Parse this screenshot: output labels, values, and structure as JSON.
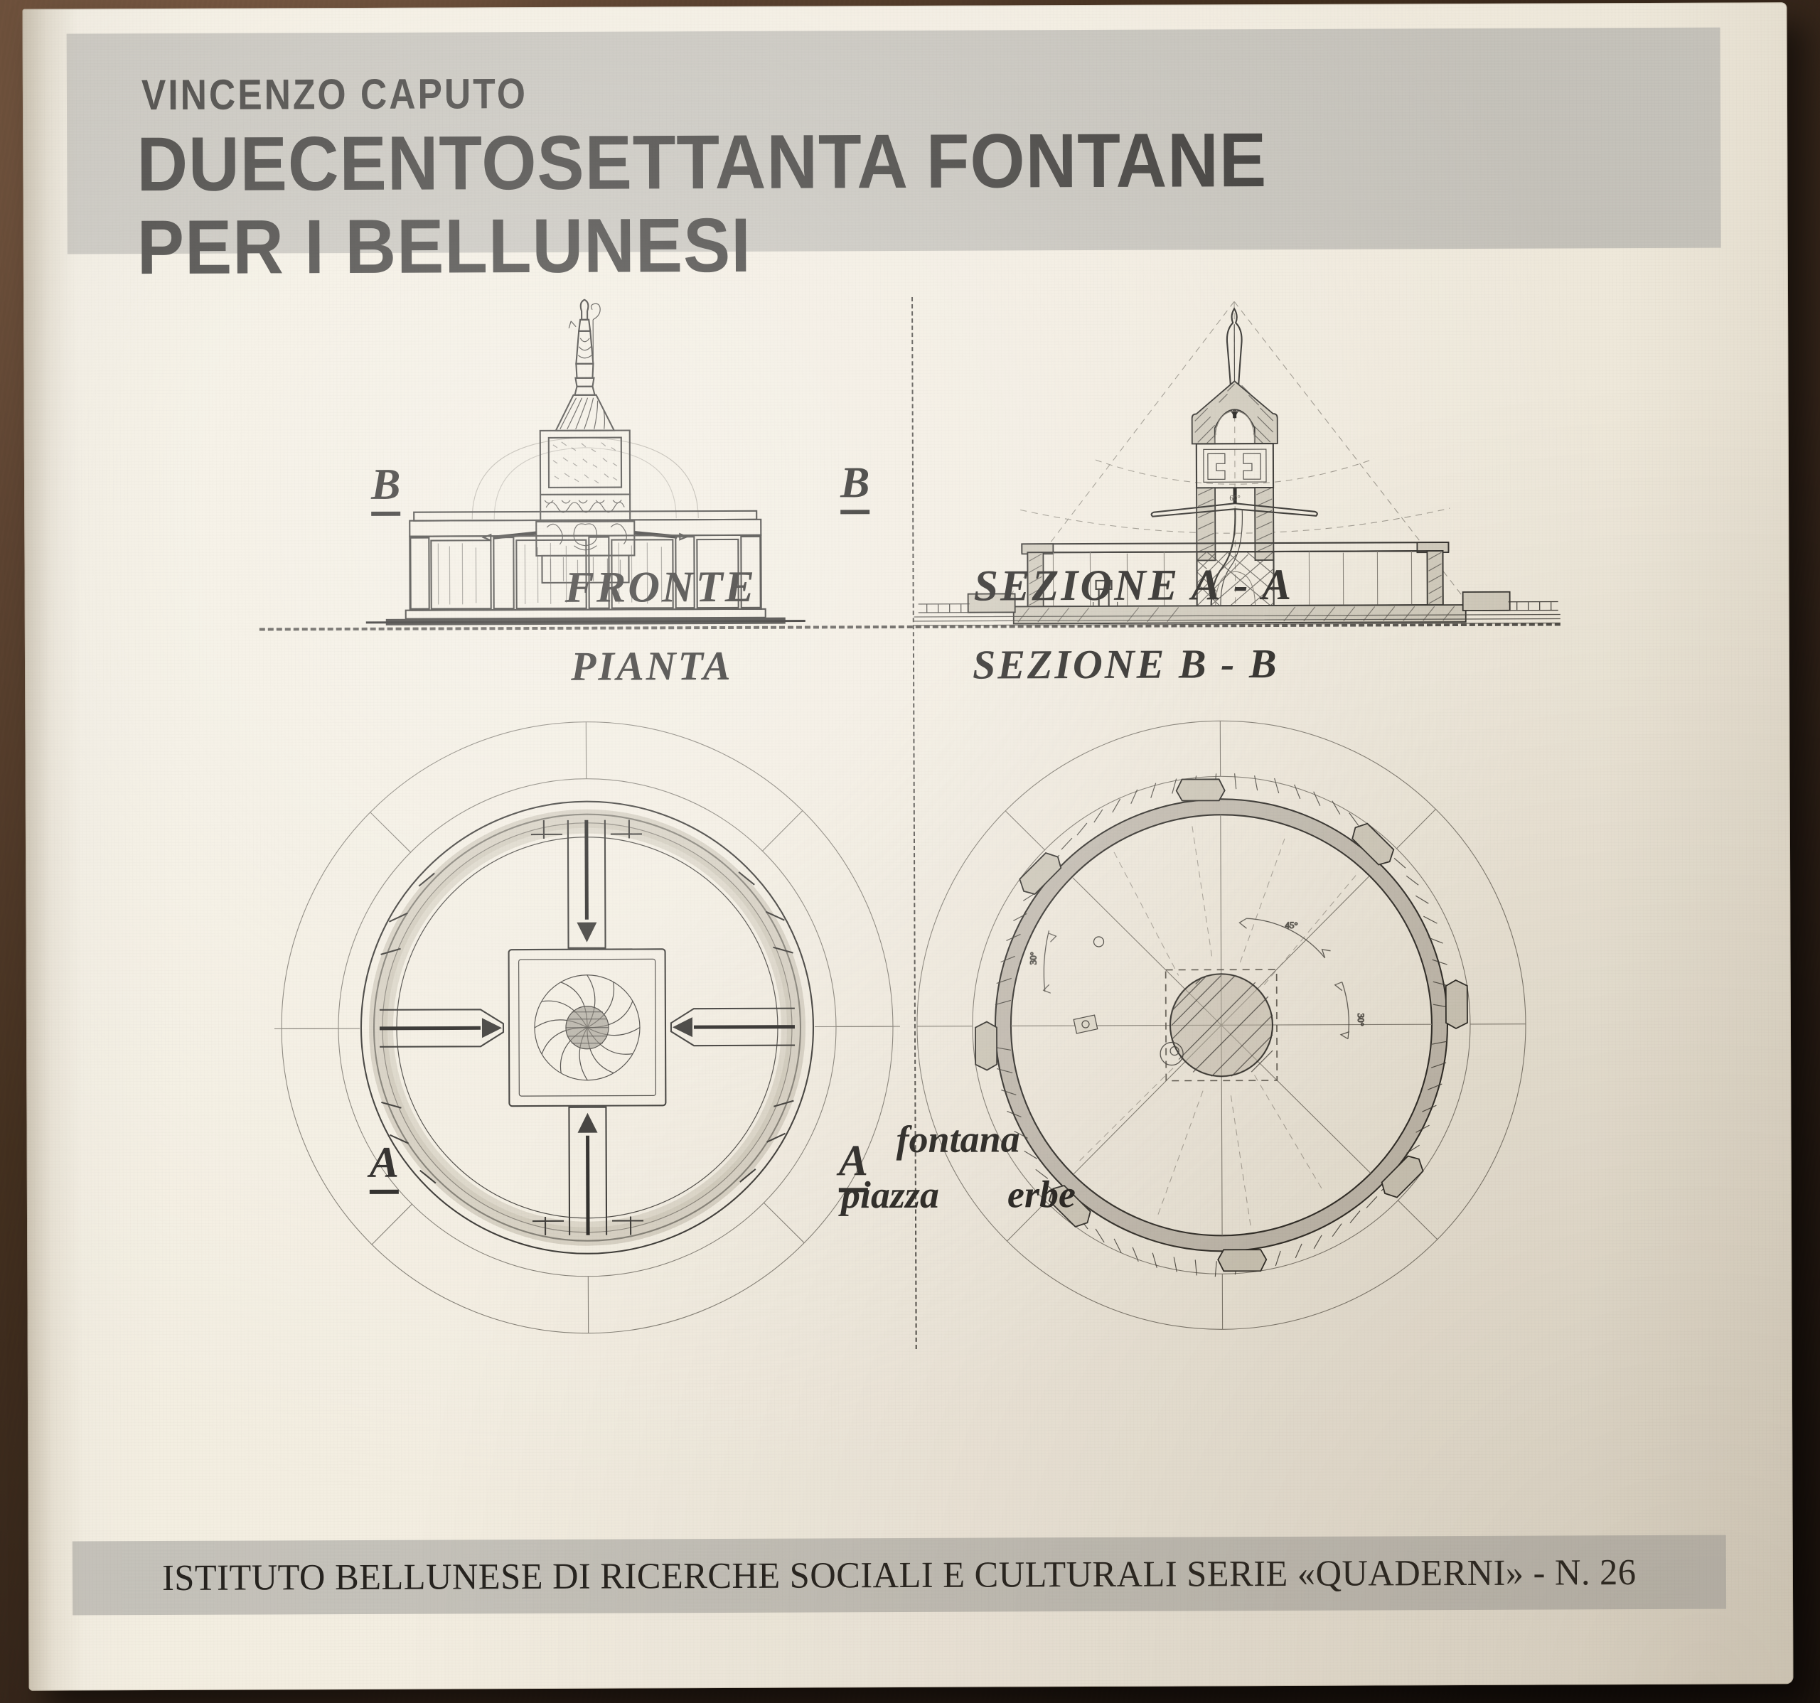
{
  "cover": {
    "author": "VINCENZO CAPUTO",
    "title_line1": "DUECENTOSETTANTA FONTANE",
    "title_line2": "PER I BELLUNESI",
    "band_color": "#c5c2ba",
    "paper_color": "#f2ece0",
    "ink_color": "#2c2a26",
    "backdrop_color": "#43301f"
  },
  "plate": {
    "captions": {
      "fronte": "FRONTE",
      "sezione_aa": "SEZIONE  A - A",
      "pianta": "PIANTA",
      "sezione_bb": "SEZIONE  B - B"
    },
    "section_marks": {
      "b_left": "B",
      "b_right": "B",
      "a_left": "A",
      "a_right": "A"
    },
    "subject": {
      "line1": "fontana",
      "line2_left": "piazza",
      "line2_right": "erbe"
    }
  },
  "footer": {
    "text": "ISTITUTO BELLUNESE DI RICERCHE SOCIALI E CULTURALI SERIE «QUADERNI» - N. 26"
  }
}
